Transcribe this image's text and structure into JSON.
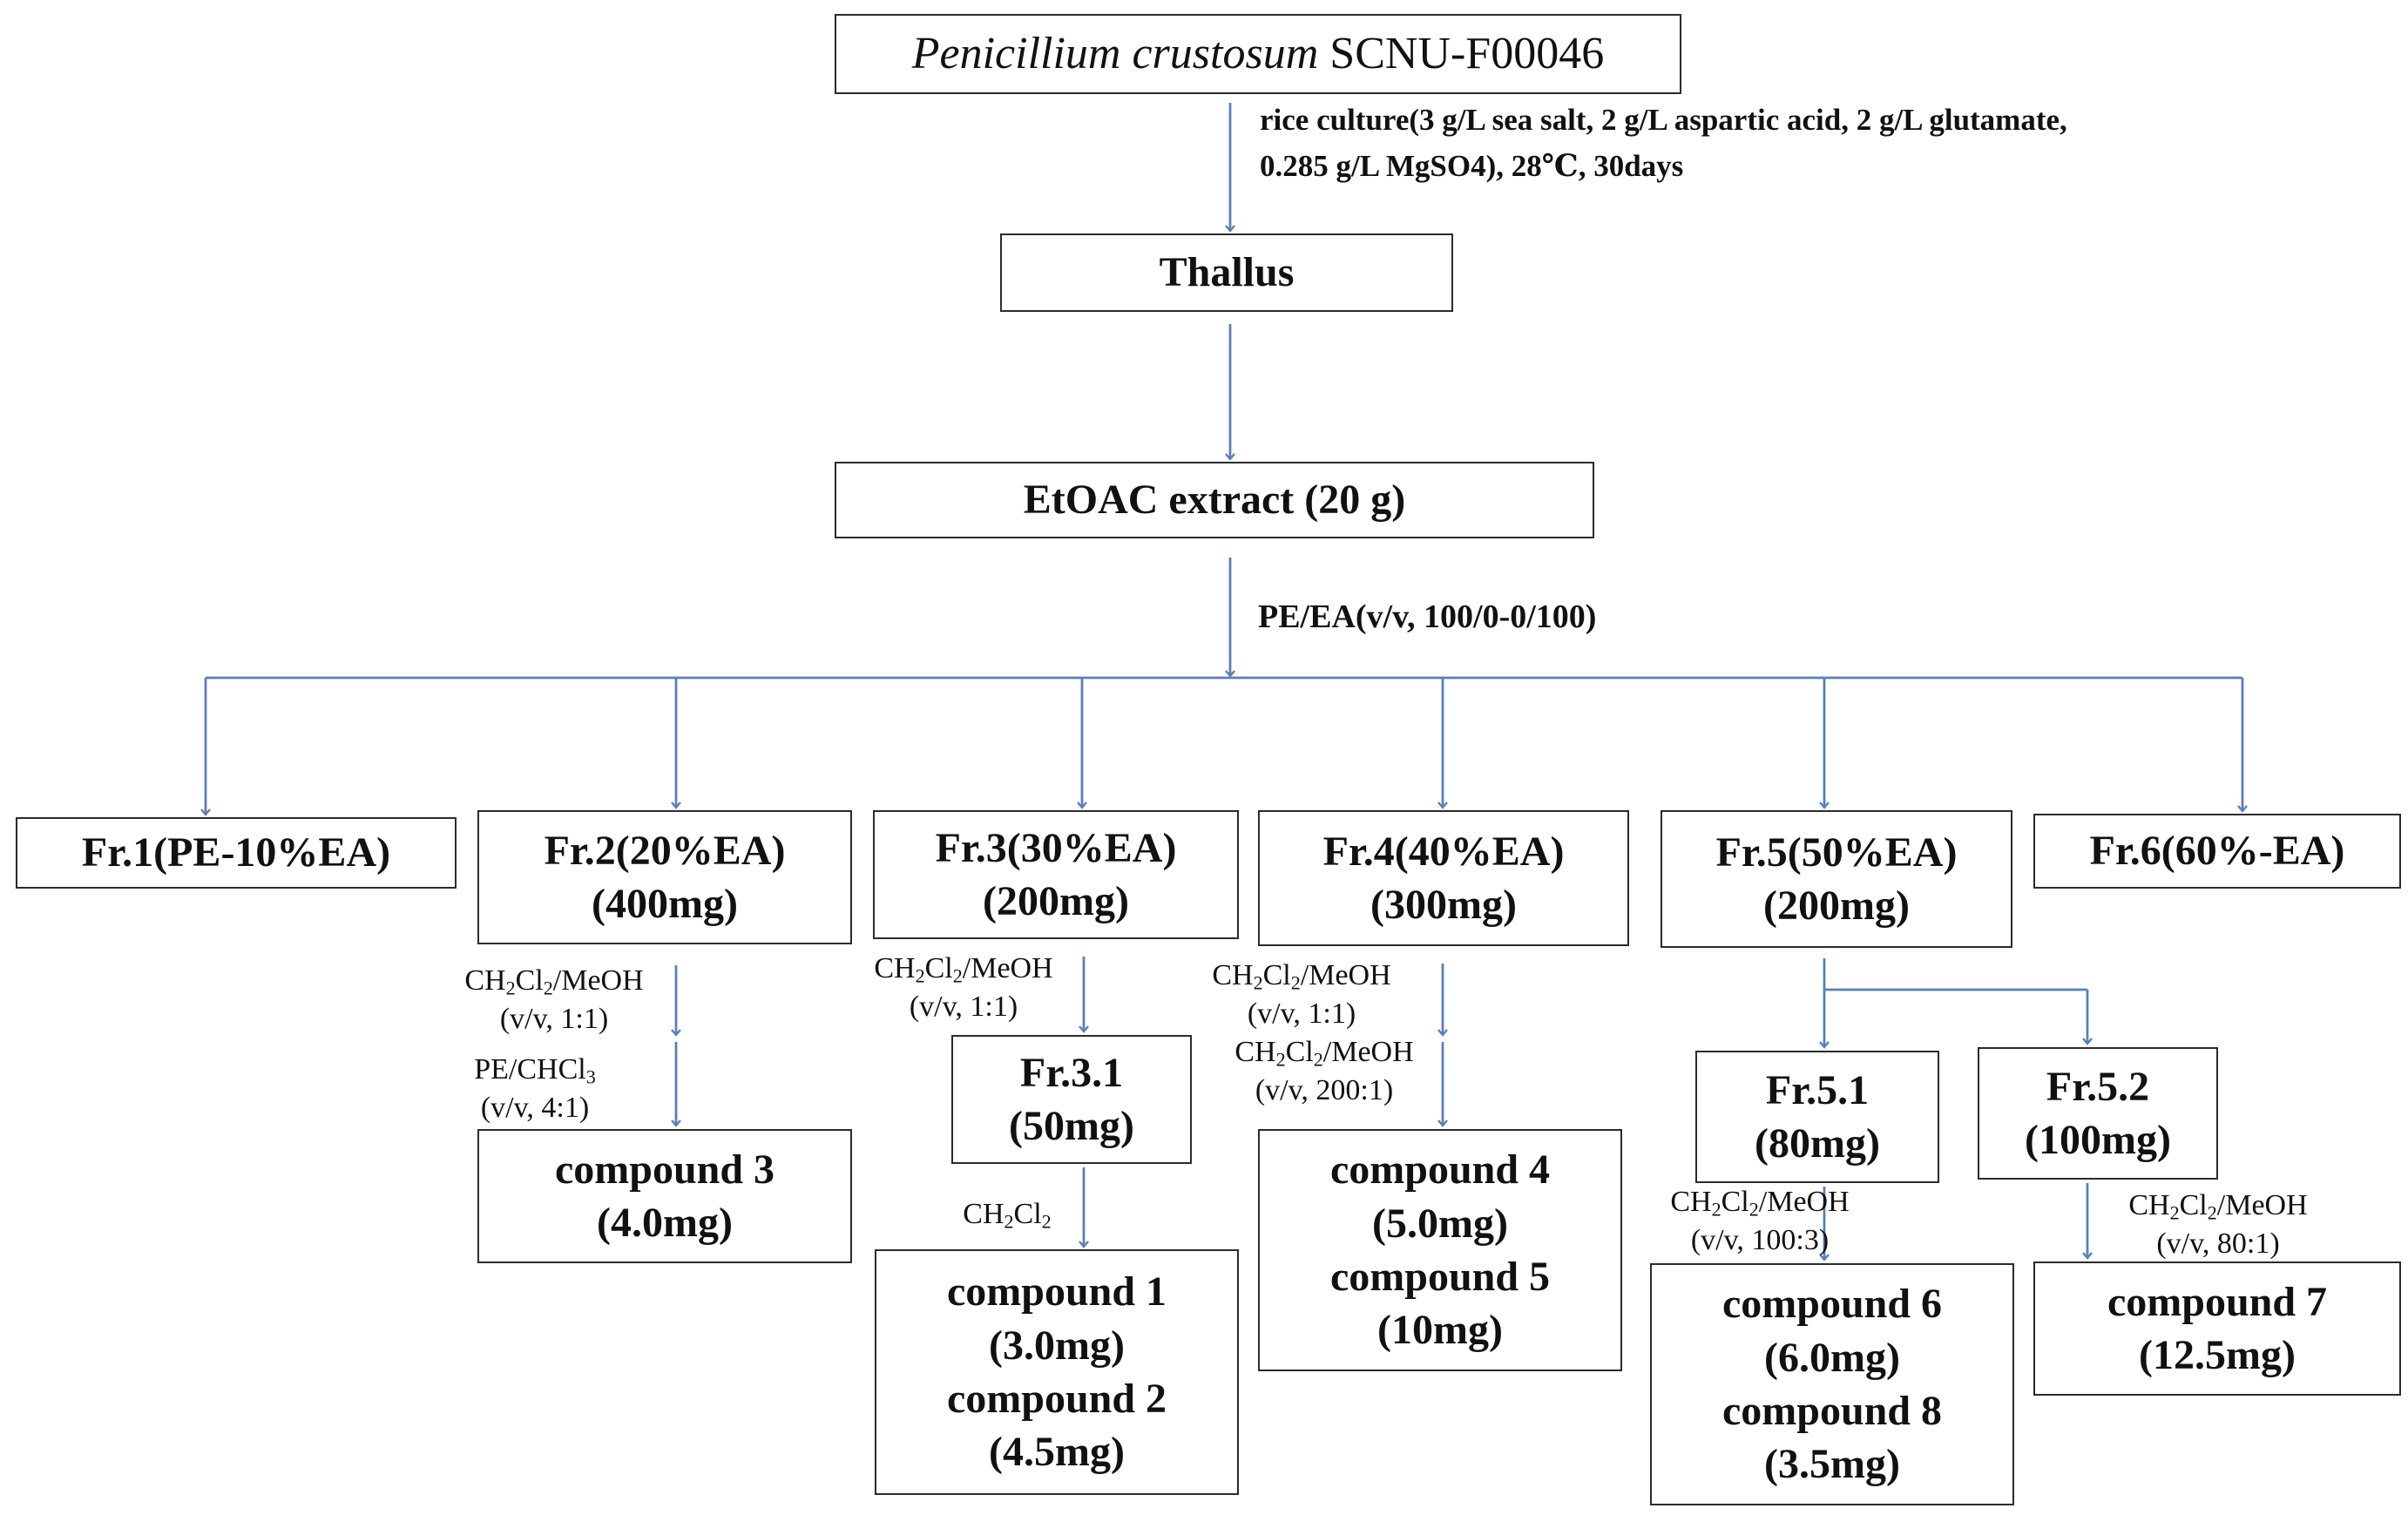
{
  "colors": {
    "arrow": "#5b7fb8",
    "box_border": "#2b2b2b",
    "text": "#111111"
  },
  "top": {
    "organism_italic": "Penicillium crustosum",
    "strain": "SCNU-F00046"
  },
  "culture": {
    "line1": "rice culture(3 g/L sea salt, 2 g/L aspartic acid, 2 g/L glutamate,",
    "line2": "0.285 g/L MgSO4), 28℃, 30days"
  },
  "thallus": "Thallus",
  "extract": "EtOAC extract (20 g)",
  "gradient": "PE/EA(v/v, 100/0-0/100)",
  "fractions": {
    "fr1": {
      "name": "Fr.1(PE-10%EA)"
    },
    "fr2": {
      "name": "Fr.2(20%EA)",
      "mass": "(400mg)"
    },
    "fr3": {
      "name": "Fr.3(30%EA)",
      "mass": "(200mg)"
    },
    "fr4": {
      "name": "Fr.4(40%EA)",
      "mass": "(300mg)"
    },
    "fr5": {
      "name": "Fr.5(50%EA)",
      "mass": "(200mg)"
    },
    "fr6": {
      "name": "Fr.6(60%-EA)"
    }
  },
  "solvents": {
    "s2a": {
      "pre": "CH",
      "sub1": "2",
      "mid": "Cl",
      "sub2": "2",
      "post": "/MeOH",
      "ratio": "(v/v, 1:1)"
    },
    "s2b": {
      "pre": "PE/CHCl",
      "sub1": "3",
      "ratio": "(v/v, 4:1)"
    },
    "s3a": {
      "pre": "CH",
      "sub1": "2",
      "mid": "Cl",
      "sub2": "2",
      "post": "/MeOH",
      "ratio": "(v/v, 1:1)"
    },
    "s3b": {
      "pre": "CH",
      "sub1": "2",
      "mid": "Cl",
      "sub2": "2"
    },
    "s4a": {
      "pre": "CH",
      "sub1": "2",
      "mid": "Cl",
      "sub2": "2",
      "post": "/MeOH",
      "ratio": "(v/v, 1:1)"
    },
    "s4b": {
      "pre": "CH",
      "sub1": "2",
      "mid": "Cl",
      "sub2": "2",
      "post": "/MeOH",
      "ratio": "(v/v, 200:1)"
    },
    "s51": {
      "pre": "CH",
      "sub1": "2",
      "mid": "Cl",
      "sub2": "2",
      "post": "/MeOH",
      "ratio": "(v/v, 100:3)"
    },
    "s52": {
      "pre": "CH",
      "sub1": "2",
      "mid": "Cl",
      "sub2": "2",
      "post": "/MeOH",
      "ratio": "(v/v, 80:1)"
    }
  },
  "subfractions": {
    "fr31": {
      "name": "Fr.3.1",
      "mass": "(50mg)"
    },
    "fr51": {
      "name": "Fr.5.1",
      "mass": "(80mg)"
    },
    "fr52": {
      "name": "Fr.5.2",
      "mass": "(100mg)"
    }
  },
  "compounds": {
    "c3": {
      "name": "compound 3",
      "mass": "(4.0mg)"
    },
    "c1": {
      "name": "compound 1",
      "mass": "(3.0mg)"
    },
    "c2": {
      "name": "compound 2",
      "mass": "(4.5mg)"
    },
    "c4": {
      "name": "compound 4",
      "mass": "(5.0mg)"
    },
    "c5": {
      "name": "compound 5",
      "mass": "(10mg)"
    },
    "c6": {
      "name": "compound 6",
      "mass": "(6.0mg)"
    },
    "c8": {
      "name": "compound 8",
      "mass": "(3.5mg)"
    },
    "c7": {
      "name": "compound 7",
      "mass": "(12.5mg)"
    }
  }
}
